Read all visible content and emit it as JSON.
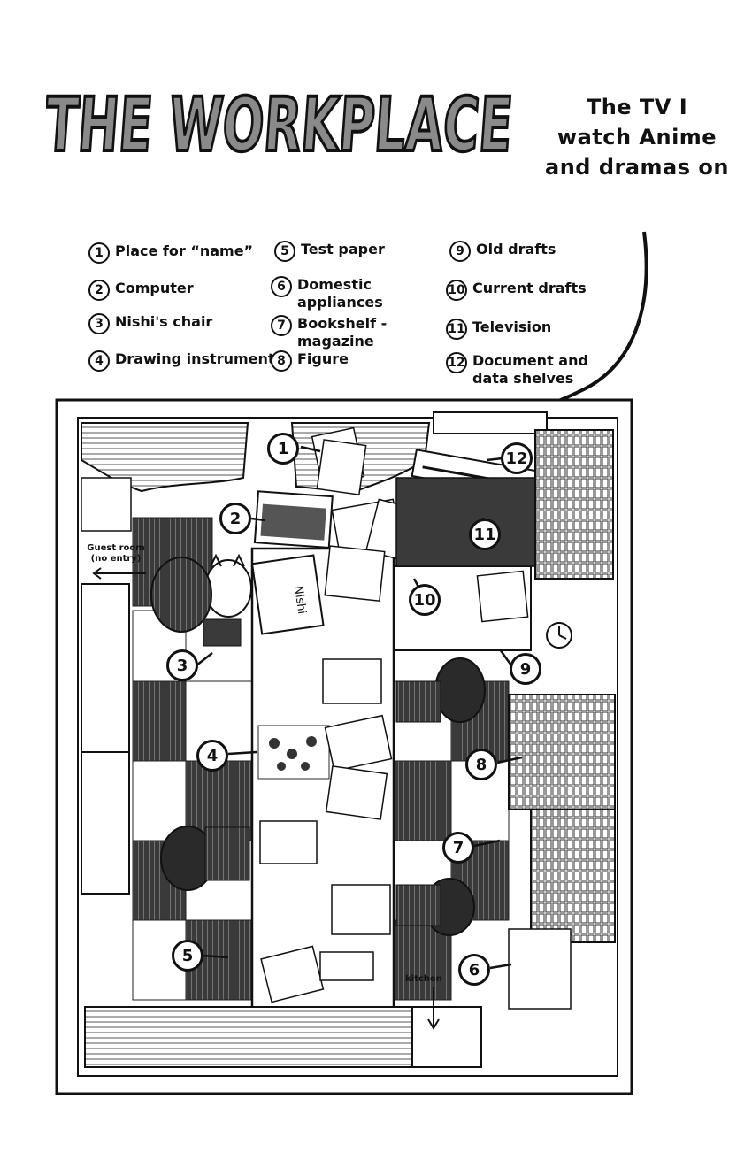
{
  "page": {
    "title": "THE WORKPLACE",
    "tv_note": [
      "The TV I",
      "watch Anime",
      "and dramas on"
    ]
  },
  "legend": [
    {
      "num": "1",
      "label": [
        "Place for “name”"
      ]
    },
    {
      "num": "2",
      "label": [
        "Computer"
      ]
    },
    {
      "num": "3",
      "label": [
        "Nishi's chair"
      ]
    },
    {
      "num": "4",
      "label": [
        "Drawing instruments"
      ]
    },
    {
      "num": "5",
      "label": [
        "Test paper"
      ]
    },
    {
      "num": "6",
      "label": [
        "Domestic",
        "appliances"
      ]
    },
    {
      "num": "7",
      "label": [
        "Bookshelf -",
        "magazine"
      ]
    },
    {
      "num": "8",
      "label": [
        "Figure"
      ]
    },
    {
      "num": "9",
      "label": [
        "Old drafts"
      ]
    },
    {
      "num": "10",
      "label": [
        "Current drafts"
      ]
    },
    {
      "num": "11",
      "label": [
        "Television"
      ]
    },
    {
      "num": "12",
      "label": [
        "Document and",
        "data shelves"
      ]
    }
  ],
  "map_labels": {
    "guest_room": [
      "Guest room",
      "(no entry)"
    ],
    "kitchen": "kitchen",
    "notebook_cover": "Nishi"
  }
}
